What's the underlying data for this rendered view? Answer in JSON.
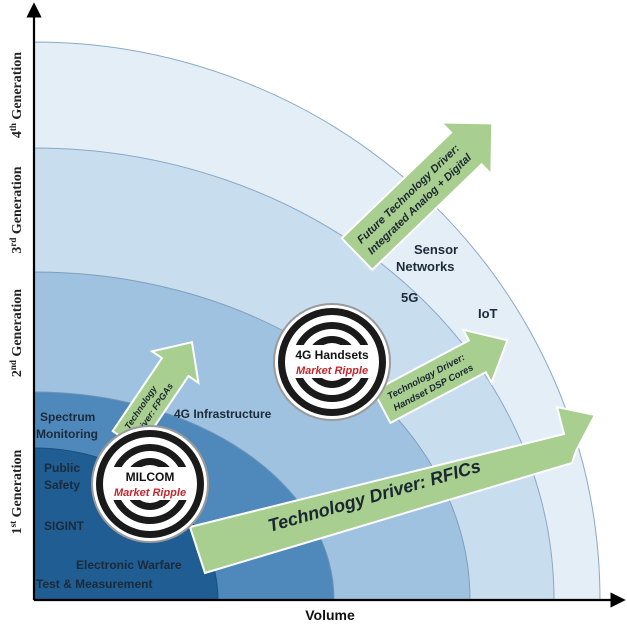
{
  "axes": {
    "x_label": "Volume",
    "y_labels": [
      {
        "prefix": "1",
        "sup": "st",
        "suffix": " Generation"
      },
      {
        "prefix": "2",
        "sup": "nd",
        "suffix": " Generation"
      },
      {
        "prefix": "3",
        "sup": "rd",
        "suffix": " Generation"
      },
      {
        "prefix": "4",
        "sup": "th",
        "suffix": " Generation"
      }
    ]
  },
  "bands": {
    "colors": [
      "#1f5d93",
      "#4f89bb",
      "#9ec2df",
      "#c8ddee",
      "#e4eef7"
    ]
  },
  "labels": {
    "spectrum_1": "Spectrum",
    "spectrum_2": "Monitoring",
    "public_1": "Public",
    "public_2": "Safety",
    "sigint": "SIGINT",
    "ew": "Electronic Warfare",
    "tm": "Test & Measurement",
    "infra4g": "4G Infrastructure",
    "sensor_1": "Sensor",
    "sensor_2": "Networks",
    "fiveg": "5G",
    "iot": "IoT"
  },
  "ripples": {
    "milcom_title": "MILCOM",
    "milcom_sub": "Market Ripple",
    "handsets_title": "4G Handsets",
    "handsets_sub": "Market Ripple"
  },
  "arrows": {
    "rfics": "Technology Driver: RFICs",
    "fpga_1": "Technology",
    "fpga_2": "Driver: FPGAs",
    "dsp_1": "Technology Driver:",
    "dsp_2": "Handset DSP Cores",
    "future_1": "Future Technology Driver:",
    "future_2": "Integrated Analog + Digital"
  }
}
